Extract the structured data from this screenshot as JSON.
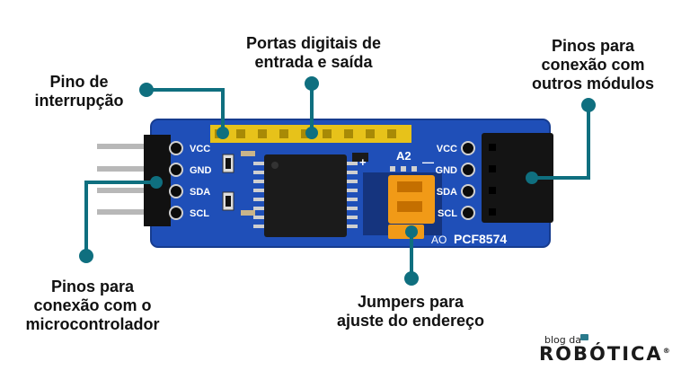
{
  "labels": {
    "interrupt": {
      "line1": "Pino de",
      "line2": "interrupção"
    },
    "digital_ports": {
      "line1": "Portas digitais de",
      "line2": "entrada e saída"
    },
    "other_modules": {
      "line1": "Pinos para",
      "line2": "conexão com",
      "line3": "outros módulos"
    },
    "microcontroller": {
      "line1": "Pinos para",
      "line2": "conexão com o",
      "line3": "microcontrolador"
    },
    "jumpers": {
      "line1": "Jumpers para",
      "line2": "ajuste do endereço"
    }
  },
  "board": {
    "left_pins": [
      "VCC",
      "GND",
      "SDA",
      "SCL"
    ],
    "right_pins": [
      "VCC",
      "GND",
      "SDA",
      "SCL"
    ],
    "jumper_label": "A2",
    "plus": "+",
    "minus": "—",
    "chip_name": "PCF8574",
    "chip_prefix": "AO"
  },
  "brand": {
    "small": "blog da",
    "big": "ROBÓTICA",
    "mark": "®"
  },
  "colors": {
    "board": "#1f4fb8",
    "board_edge": "#173c8f",
    "callout": "#0f6f7f",
    "header_yellow": "#e7c21a",
    "jumper_orange": "#f19a17"
  }
}
